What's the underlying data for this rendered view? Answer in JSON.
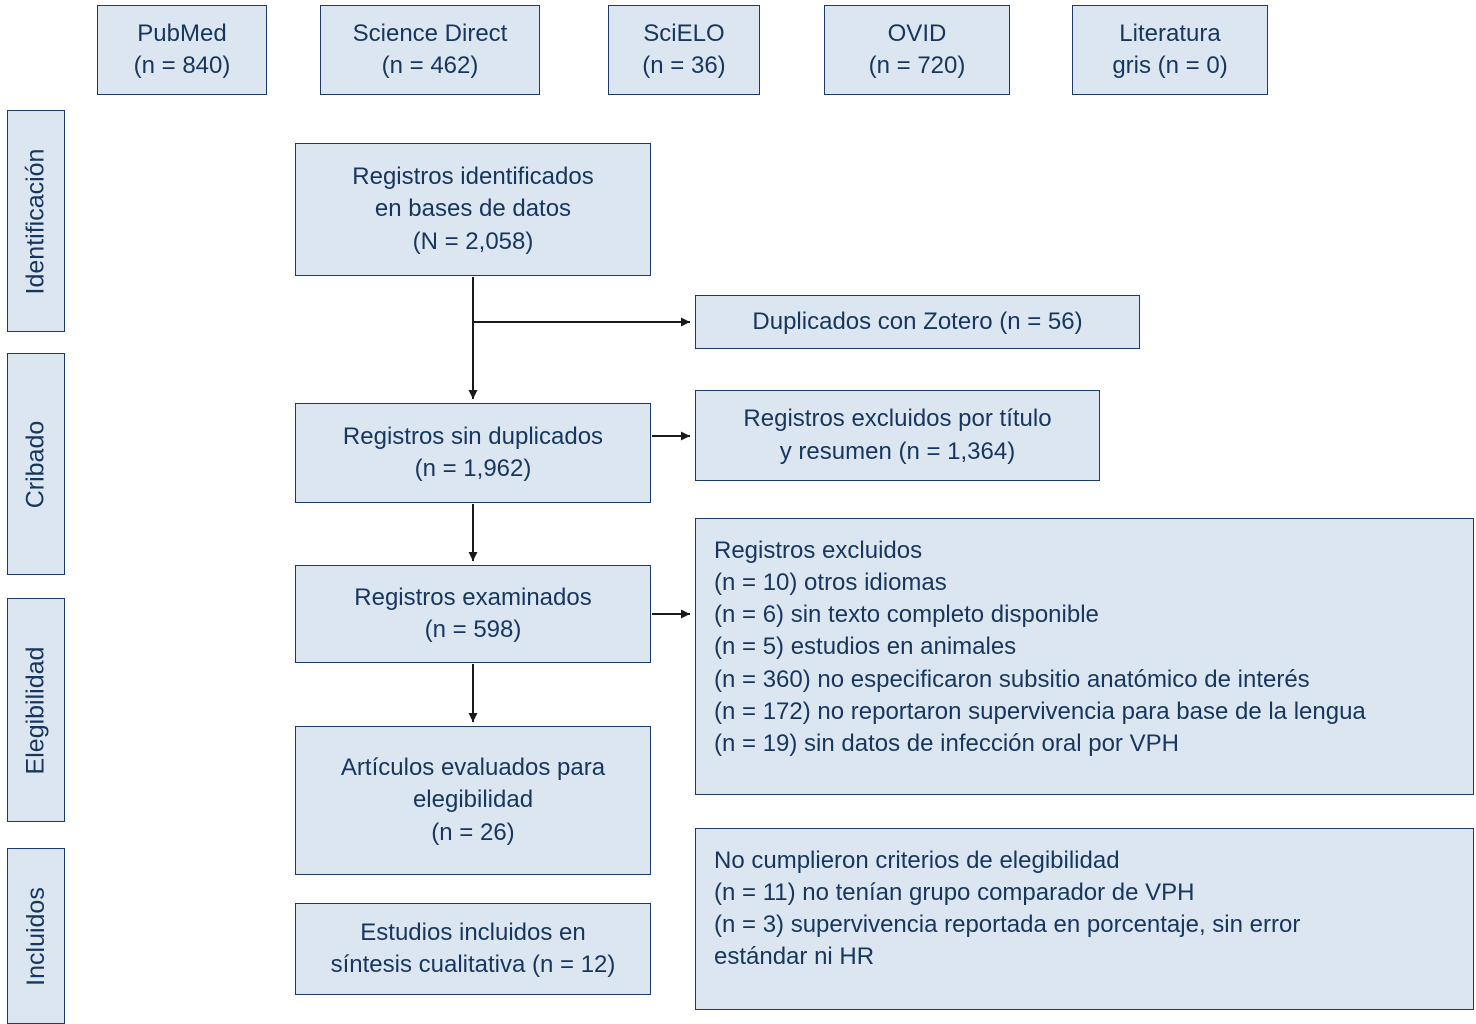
{
  "colors": {
    "box_fill": "#dbe6f1",
    "box_border": "#1b3a6b",
    "text": "#17365d",
    "arrow": "#1a1a1a"
  },
  "databases": [
    {
      "label": "PubMed\n(n = 840)"
    },
    {
      "label": "Science Direct\n(n = 462)"
    },
    {
      "label": "SciELO\n(n = 36)"
    },
    {
      "label": "OVID\n(n = 720)"
    },
    {
      "label": "Literatura\ngris (n = 0)"
    }
  ],
  "stages": [
    {
      "label": "Identificación"
    },
    {
      "label": "Cribado"
    },
    {
      "label": "Elegibilidad"
    },
    {
      "label": "Incluidos"
    }
  ],
  "flow": {
    "identified": "Registros identificados\nen bases de datos\n(N = 2,058)",
    "duplicates_removed": "Duplicados con Zotero (n = 56)",
    "without_duplicates": "Registros sin duplicados\n(n = 1,962)",
    "excluded_title_abstract": "Registros excluidos por título\ny resumen (n = 1,364)",
    "screened": "Registros examinados\n(n = 598)",
    "excluded_reasons": "Registros excluidos\n(n = 10) otros idiomas\n(n = 6) sin texto completo disponible\n(n = 5) estudios en animales\n(n = 360) no especificaron subsitio anatómico de interés\n(n = 172) no reportaron supervivencia para base de la lengua\n(n = 19) sin datos de infección oral por VPH",
    "eligibility": "Artículos evaluados para\nelegibilidad\n(n = 26)",
    "not_eligible": "No cumplieron criterios de elegibilidad\n(n = 11) no tenían grupo comparador de VPH\n(n = 3) supervivencia reportada en porcentaje, sin error\nestándar ni HR",
    "included": "Estudios incluidos en\nsíntesis cualitativa (n = 12)"
  }
}
